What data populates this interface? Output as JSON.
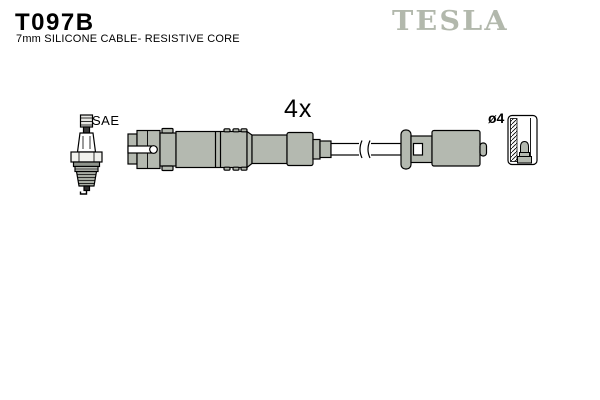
{
  "header": {
    "part_number": "T097B",
    "subtitle": "7mm SILICONE CABLE- RESISTIVE CORE",
    "brand": "TESLA"
  },
  "diagram": {
    "quantity_label": "4x",
    "spark_plug_label": "SAE",
    "boot_diameter_label": "ø4"
  },
  "colors": {
    "part_fill": "#b4b9b0",
    "brand": "#b2b8ac",
    "outline": "#000000",
    "background": "#ffffff"
  }
}
